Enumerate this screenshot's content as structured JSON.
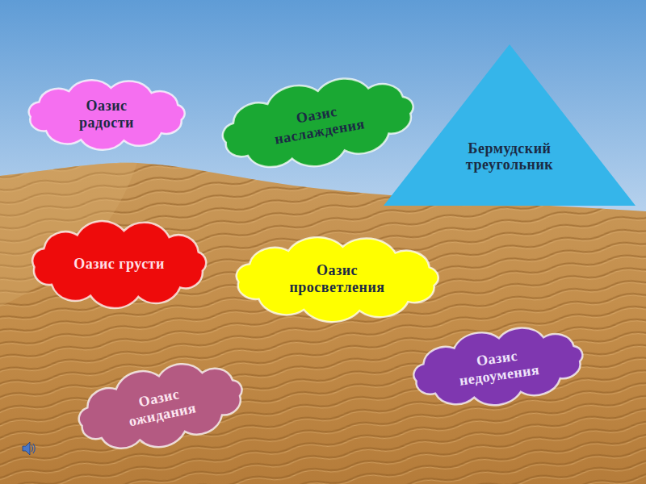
{
  "diagram": {
    "nodes": [
      {
        "text": [
          "Оазис радости"
        ]
      },
      {
        "text": [
          "Оазис наслаждения"
        ]
      },
      {
        "text": [
          "Бермудский треугольник"
        ]
      },
      {
        "text": [
          "Оазис грусти"
        ]
      },
      {
        "text": [
          "Оазис просветления"
        ]
      },
      {
        "text": [
          "Оазис недоумения"
        ]
      },
      {
        "text": [
          "Оазис ожидания"
        ]
      }
    ]
  }
}
